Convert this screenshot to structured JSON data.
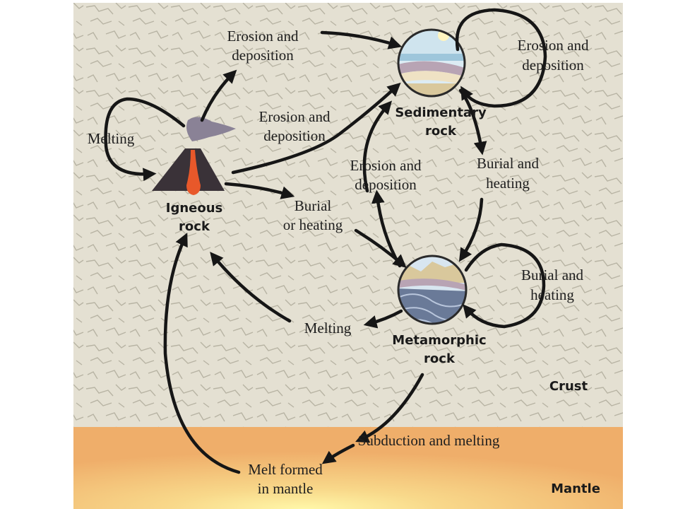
{
  "labels": {
    "erosion_top": [
      "Erosion and",
      "deposition"
    ],
    "erosion_self_sed": [
      "Erosion and",
      "deposition"
    ],
    "erosion_mid": [
      "Erosion and",
      "deposition"
    ],
    "erosion_meta_to_sed": [
      "Erosion and",
      "deposition"
    ],
    "melting_self": "Melting",
    "burial_or_heating": [
      "Burial",
      "or heating"
    ],
    "burial_sed_to_meta": [
      "Burial and",
      "heating"
    ],
    "burial_self_meta": [
      "Burial and",
      "heating"
    ],
    "melting_meta": "Melting",
    "subduction": "Subduction and melting",
    "melt_formed": [
      "Melt formed",
      "in mantle"
    ]
  },
  "nodes": {
    "igneous": [
      "Igneous",
      "rock"
    ],
    "sedimentary": [
      "Sedimentary",
      "rock"
    ],
    "metamorphic": [
      "Metamorphic",
      "rock"
    ]
  },
  "regions": {
    "crust": "Crust",
    "mantle": "Mantle"
  },
  "colors": {
    "crust": "#e4e0d2",
    "mantle": "#f0b470",
    "magma": "#e8582a",
    "volcano": "#3a3238",
    "smoke": "#8a8296"
  }
}
